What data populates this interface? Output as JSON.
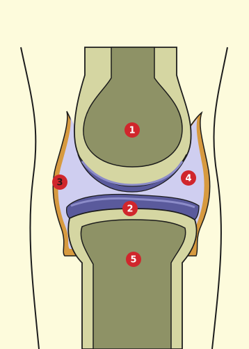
{
  "colors": {
    "background": "#fdfbdc",
    "outline": "#1c1c1c",
    "bone_outer": "#d5d6a2",
    "bone_inner": "#8e9266",
    "cartilage": "#5a5a9c",
    "cartilage_light": "#8c8cc9",
    "synovial_fluid": "#cfcef0",
    "capsule": "#d79a3f",
    "marker_fill": "#d0262c"
  },
  "markers": [
    {
      "label": "1"
    },
    {
      "label": "2"
    },
    {
      "label": "3"
    },
    {
      "label": "4"
    },
    {
      "label": "5"
    }
  ]
}
